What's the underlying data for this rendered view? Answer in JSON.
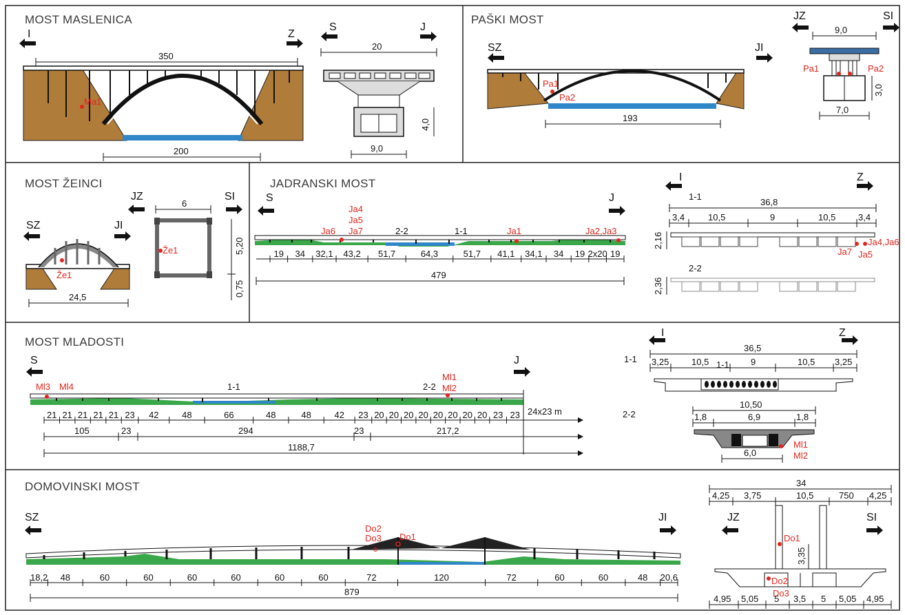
{
  "panels": {
    "maslenica": {
      "title": "MOST MASLENICA",
      "dir_left": "I",
      "dir_right": "Z",
      "span_top": "350",
      "span_bottom": "200",
      "point": "Ma1",
      "section": {
        "dir_left": "S",
        "dir_right": "J",
        "width": "20",
        "height": "4,0",
        "box_width": "9,0"
      }
    },
    "paski": {
      "title": "PAŠKI MOST",
      "dir_left": "SZ",
      "dir_right": "JI",
      "span": "193",
      "points": [
        "Pa1",
        "Pa2"
      ],
      "section": {
        "dir_left": "JZ",
        "dir_right": "SI",
        "width_top": "9,0",
        "width_bottom": "7,0",
        "height": "3,0",
        "points": [
          "Pa1",
          "Pa2"
        ]
      }
    },
    "zeinci": {
      "title": "MOST ŽEINCI",
      "dir_left": "SZ",
      "dir_right": "JI",
      "span": "24,5",
      "point": "Že1",
      "section": {
        "dir_left": "JZ",
        "dir_right": "SI",
        "width": "6",
        "height_top": "5,20",
        "height_bottom": "0,75",
        "point": "Že1"
      }
    },
    "jadranski": {
      "title": "JADRANSKI MOST",
      "dir_left": "S",
      "dir_right": "J",
      "points_left": [
        "Ja4",
        "Ja5",
        "Ja7"
      ],
      "point_ja6": "Ja6",
      "point_ja1": "Ja1",
      "point_ja23": "Ja2,Ja3",
      "section_labels": [
        "2-2",
        "1-1"
      ],
      "spans": [
        "19",
        "34",
        "32,1",
        "43,2",
        "51,7",
        "64,3",
        "51,7",
        "41,1",
        "34,1",
        "34",
        "19",
        "2x20",
        "19"
      ],
      "total": "479",
      "section": {
        "dir_left": "I",
        "dir_right": "Z",
        "label_1": "1-1",
        "label_2": "2-2",
        "total": "36,8",
        "parts": [
          "3,4",
          "10,5",
          "9",
          "10,5",
          "3,4"
        ],
        "height_1": "2,16",
        "height_2": "2,36",
        "points": [
          "Ja4,Ja6",
          "Ja7",
          "Ja5"
        ]
      }
    },
    "mladosti": {
      "title": "MOST MLADOSTI",
      "dir_left": "S",
      "dir_right": "J",
      "points_left": [
        "Ml3",
        "Ml4"
      ],
      "points_right": [
        "Ml1",
        "Ml2"
      ],
      "section_labels": [
        "1-1",
        "2-2"
      ],
      "spans": [
        "21",
        "21",
        "21",
        "21",
        "21",
        "23",
        "42",
        "48",
        "66",
        "48",
        "48",
        "42",
        "23",
        "20",
        "20",
        "20",
        "20",
        "20",
        "20",
        "20",
        "20",
        "23",
        "23"
      ],
      "span_extra": "24x23 m",
      "groups": [
        "105",
        "23",
        "294",
        "23",
        "217,2"
      ],
      "total": "1188,7",
      "section": {
        "dir_left": "I",
        "dir_right": "Z",
        "label_1": "1-1",
        "label_2": "2-2",
        "inner_label": "1-1",
        "total_1": "36,5",
        "parts_1": [
          "3,25",
          "10,5",
          "9",
          "10,5",
          "3,25"
        ],
        "total_2": "10,50",
        "parts_2": [
          "1,8",
          "6,9",
          "1,8"
        ],
        "bottom_2": "6,0",
        "points": [
          "Ml1",
          "Ml2"
        ]
      }
    },
    "domovinski": {
      "title": "DOMOVINSKI MOST",
      "dir_left": "SZ",
      "dir_right": "JI",
      "points": [
        "Do2",
        "Do3",
        "Do1"
      ],
      "spans": [
        "18,2",
        "48",
        "60",
        "60",
        "60",
        "60",
        "60",
        "60",
        "72",
        "120",
        "72",
        "60",
        "60",
        "48",
        "20,6"
      ],
      "total": "879",
      "section": {
        "dir_left": "JZ",
        "dir_right": "SI",
        "total": "34",
        "top_parts": [
          "4,25",
          "3,75",
          "10,5",
          "750",
          "4,25"
        ],
        "height": "3,35",
        "bottom_parts": [
          "4,95",
          "5,05",
          "5",
          "3,5",
          "5",
          "5,05",
          "4,95"
        ],
        "points": [
          "Do1",
          "Do2",
          "Do3"
        ]
      }
    }
  },
  "colors": {
    "ground": "#b07c3a",
    "water": "#2f86c8",
    "grass": "#3aa84a",
    "point": "#e0261d",
    "line": "#1a1a1a"
  }
}
